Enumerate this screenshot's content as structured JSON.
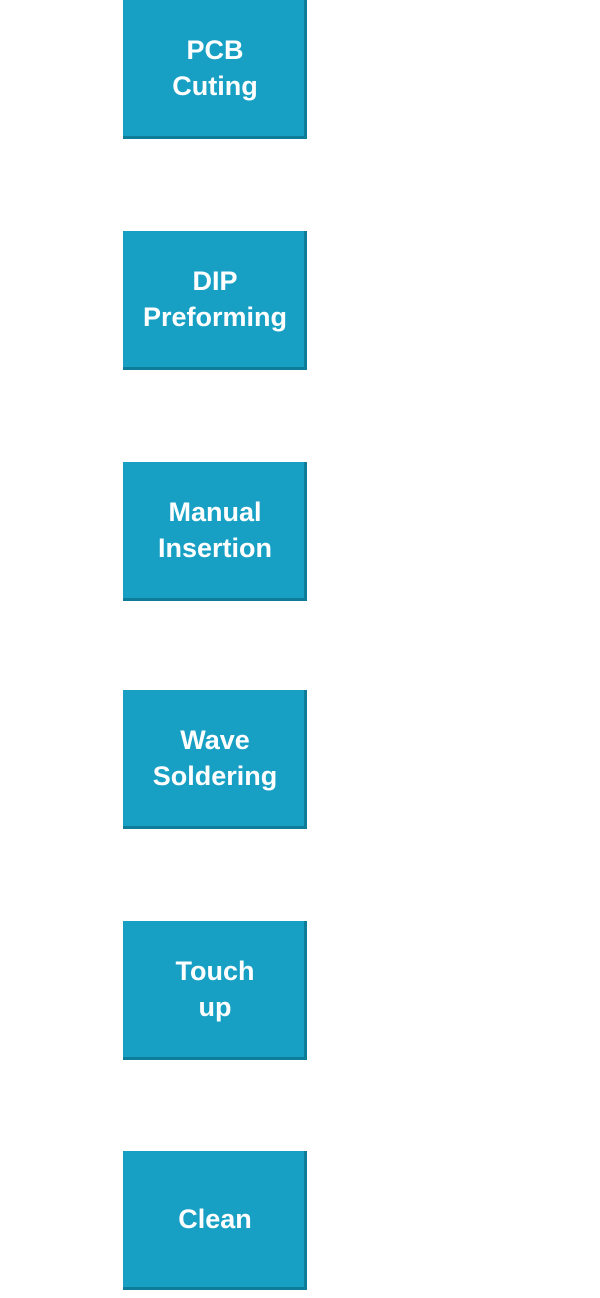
{
  "flow": {
    "steps": [
      {
        "label": "PCB\nCuting"
      },
      {
        "label": "DIP\nPreforming"
      },
      {
        "label": "Manual\nInsertion"
      },
      {
        "label": "Wave\nSoldering"
      },
      {
        "label": "Touch\nup"
      },
      {
        "label": "Clean"
      }
    ]
  },
  "colors": {
    "box_fill": "#17a0c4",
    "box_shadow": "#0d7d99",
    "label_text": "#ffffff",
    "background": "#ffffff"
  }
}
